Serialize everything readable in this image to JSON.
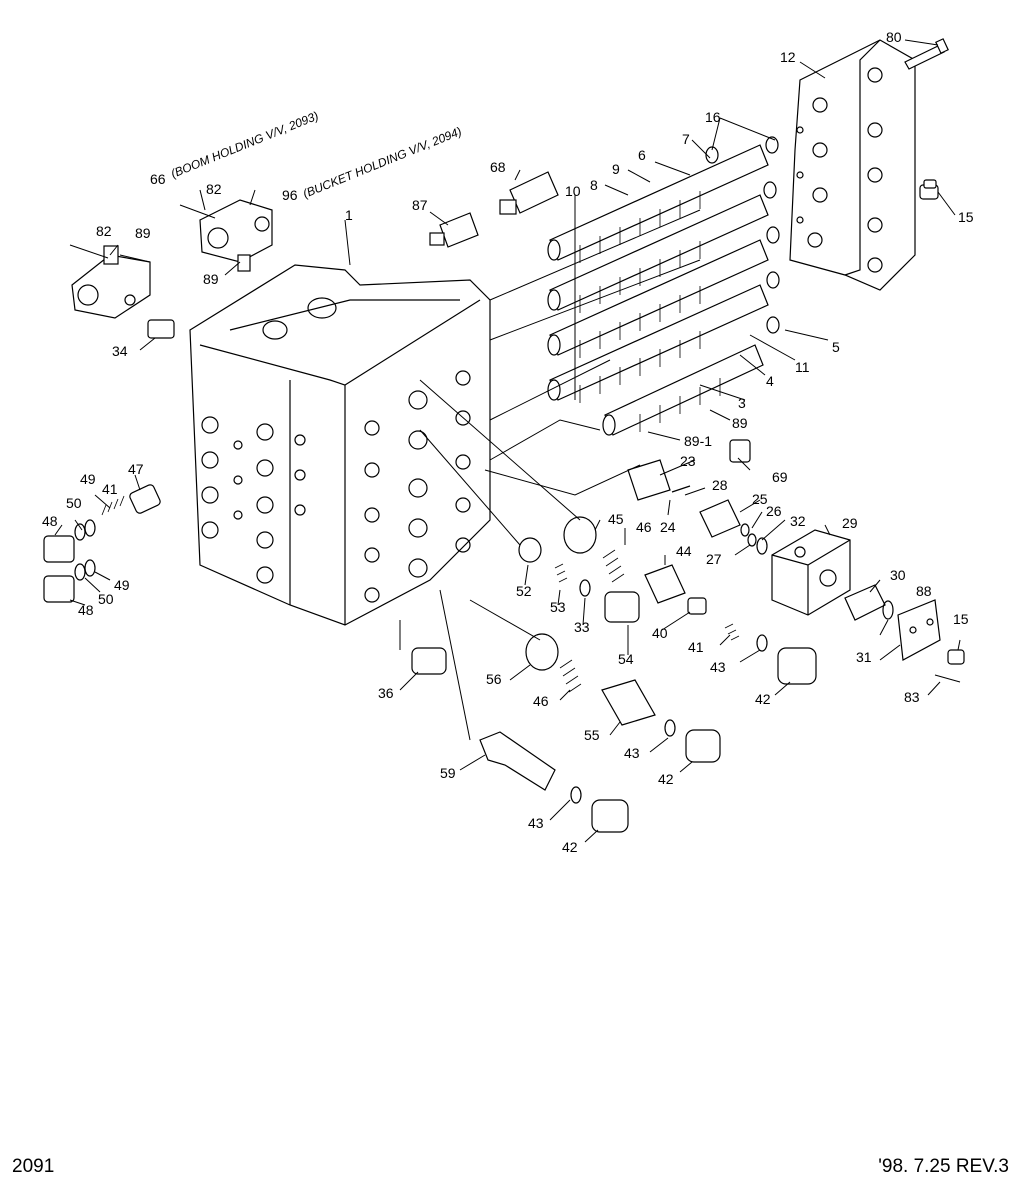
{
  "sheet": {
    "page_number": "2091",
    "revision": "'98. 7.25  REV.3"
  },
  "notes": {
    "boom": "(BOOM HOLDING V/V,  2093)",
    "bucket": "(BUCKET HOLDING V/V,  2094)"
  },
  "labels": {
    "l80": "80",
    "l12": "12",
    "l16": "16",
    "l7": "7",
    "l6": "6",
    "l9": "9",
    "l8": "8",
    "l10": "10",
    "l68": "68",
    "l87": "87",
    "l15a": "15",
    "l66": "66",
    "l96": "96",
    "l82a": "82",
    "l82b": "82",
    "l89a": "89",
    "l89b": "89",
    "l1": "1",
    "l34": "34",
    "l5": "5",
    "l11": "11",
    "l4": "4",
    "l3": "3",
    "l89c": "89",
    "l891": "89-1",
    "l69": "69",
    "l23": "23",
    "l28": "28",
    "l25": "25",
    "l26": "26",
    "l32": "32",
    "l29": "29",
    "l27": "27",
    "l24": "24",
    "l47": "47",
    "l49a": "49",
    "l41a": "41",
    "l50a": "50",
    "l48a": "48",
    "l49b": "49",
    "l50b": "50",
    "l48b": "48",
    "l45": "45",
    "l46a": "46",
    "l44": "44",
    "l52": "52",
    "l53": "53",
    "l33": "33",
    "l40": "40",
    "l54": "54",
    "l41b": "41",
    "l43a": "43",
    "l42a": "42",
    "l30": "30",
    "l88": "88",
    "l15b": "15",
    "l31": "31",
    "l83": "83",
    "l36": "36",
    "l56": "56",
    "l46b": "46",
    "l55": "55",
    "l43b": "43",
    "l42b": "42",
    "l59": "59",
    "l43c": "43",
    "l42c": "42"
  }
}
